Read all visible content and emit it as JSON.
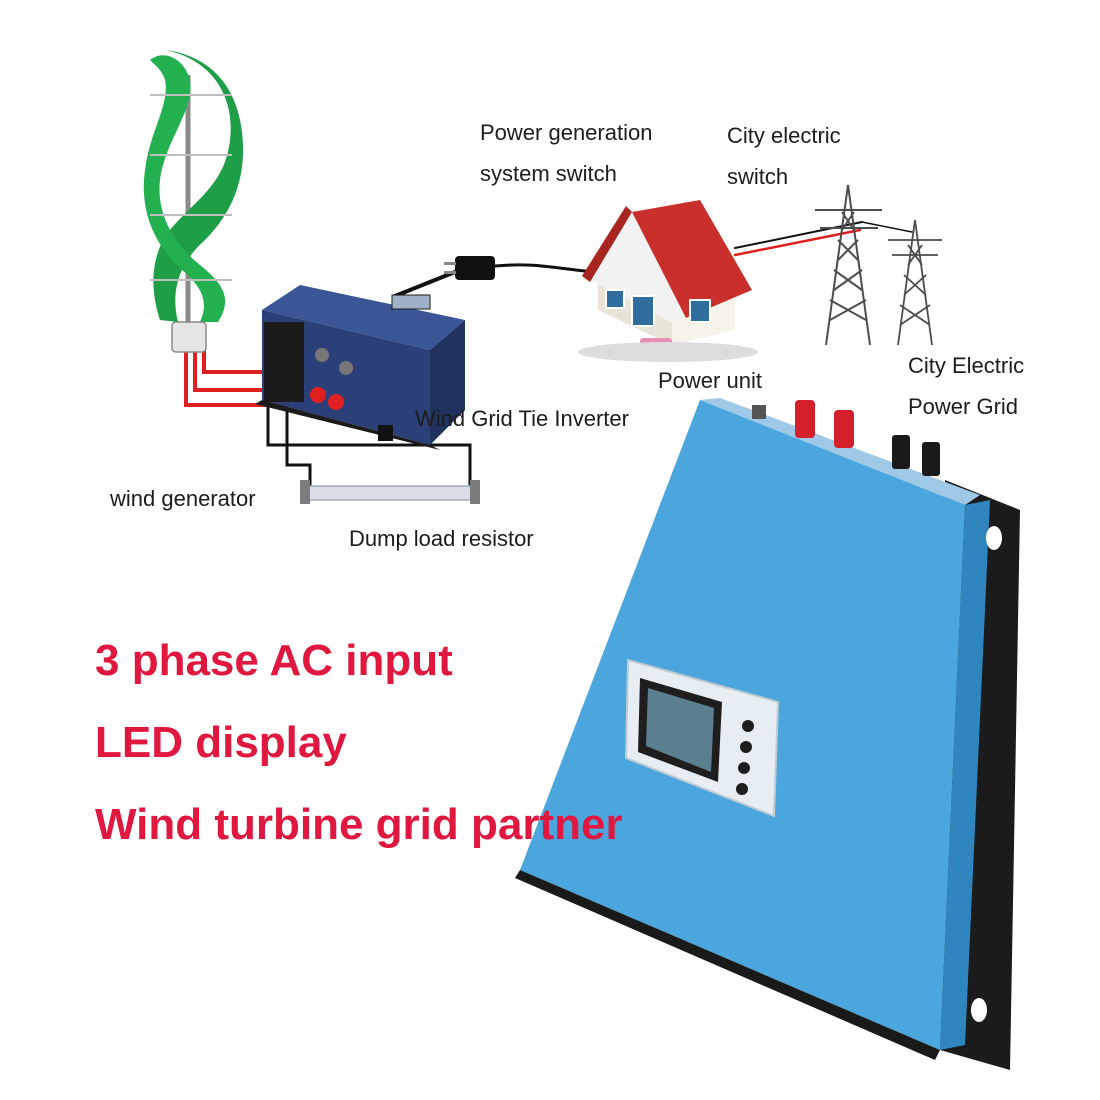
{
  "labels": {
    "power_generation_switch": [
      "Power generation",
      "system switch"
    ],
    "city_electric_switch": [
      "City electric",
      "switch"
    ],
    "power_unit": "Power unit",
    "city_electric_power_grid": [
      "City Electric",
      "Power Grid"
    ],
    "wind_grid_tie_inverter": "Wind Grid Tie Inverter",
    "wind_generator": "wind generator",
    "dump_load_resistor": "Dump load resistor"
  },
  "features": [
    "3 phase AC input",
    "LED display",
    "Wind turbine grid partner"
  ],
  "colors": {
    "feature_text": "#e0173f",
    "turbine_green": "#1e9e47",
    "inverter_blue": "#4aa6dc",
    "small_inverter_navy": "#2b3f78",
    "roof_red": "#c9302c",
    "wire_red": "#e02020",
    "wire_black": "#111111"
  }
}
